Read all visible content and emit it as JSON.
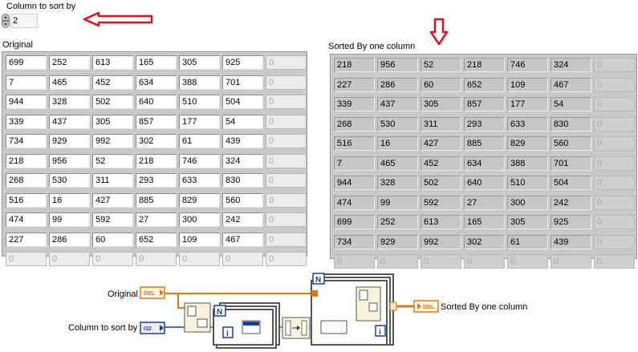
{
  "column_control": {
    "label": "Column to sort by",
    "value": "2"
  },
  "original": {
    "label": "Original",
    "rows": [
      [
        "699",
        "252",
        "613",
        "165",
        "305",
        "925"
      ],
      [
        "7",
        "465",
        "452",
        "634",
        "388",
        "701"
      ],
      [
        "944",
        "328",
        "502",
        "640",
        "510",
        "504"
      ],
      [
        "339",
        "437",
        "305",
        "857",
        "177",
        "54"
      ],
      [
        "734",
        "929",
        "992",
        "302",
        "61",
        "439"
      ],
      [
        "218",
        "956",
        "52",
        "218",
        "746",
        "324"
      ],
      [
        "268",
        "530",
        "311",
        "293",
        "633",
        "830"
      ],
      [
        "516",
        "16",
        "427",
        "885",
        "829",
        "560"
      ],
      [
        "474",
        "99",
        "592",
        "27",
        "300",
        "242"
      ],
      [
        "227",
        "286",
        "60",
        "652",
        "109",
        "467"
      ]
    ],
    "empty": "0"
  },
  "sorted": {
    "label": "Sorted By one column",
    "rows": [
      [
        "218",
        "956",
        "52",
        "218",
        "746",
        "324"
      ],
      [
        "227",
        "286",
        "60",
        "652",
        "109",
        "467"
      ],
      [
        "339",
        "437",
        "305",
        "857",
        "177",
        "54"
      ],
      [
        "268",
        "530",
        "311",
        "293",
        "633",
        "830"
      ],
      [
        "516",
        "16",
        "427",
        "885",
        "829",
        "560"
      ],
      [
        "7",
        "465",
        "452",
        "634",
        "388",
        "701"
      ],
      [
        "944",
        "328",
        "502",
        "640",
        "510",
        "504"
      ],
      [
        "474",
        "99",
        "592",
        "27",
        "300",
        "242"
      ],
      [
        "699",
        "252",
        "613",
        "165",
        "305",
        "925"
      ],
      [
        "734",
        "929",
        "992",
        "302",
        "61",
        "439"
      ]
    ],
    "empty": "0"
  },
  "diagram": {
    "original_label": "Original",
    "column_label": "Column to sort by",
    "sorted_label": "Sorted By one column",
    "dbl_tag": "DBL",
    "i32_tag": "I32",
    "loop_n": "N",
    "loop_i": "i"
  },
  "colors": {
    "annotation_red": "#e8101c",
    "wire_orange": "#e07a10",
    "wire_blue": "#1c3aa8"
  }
}
